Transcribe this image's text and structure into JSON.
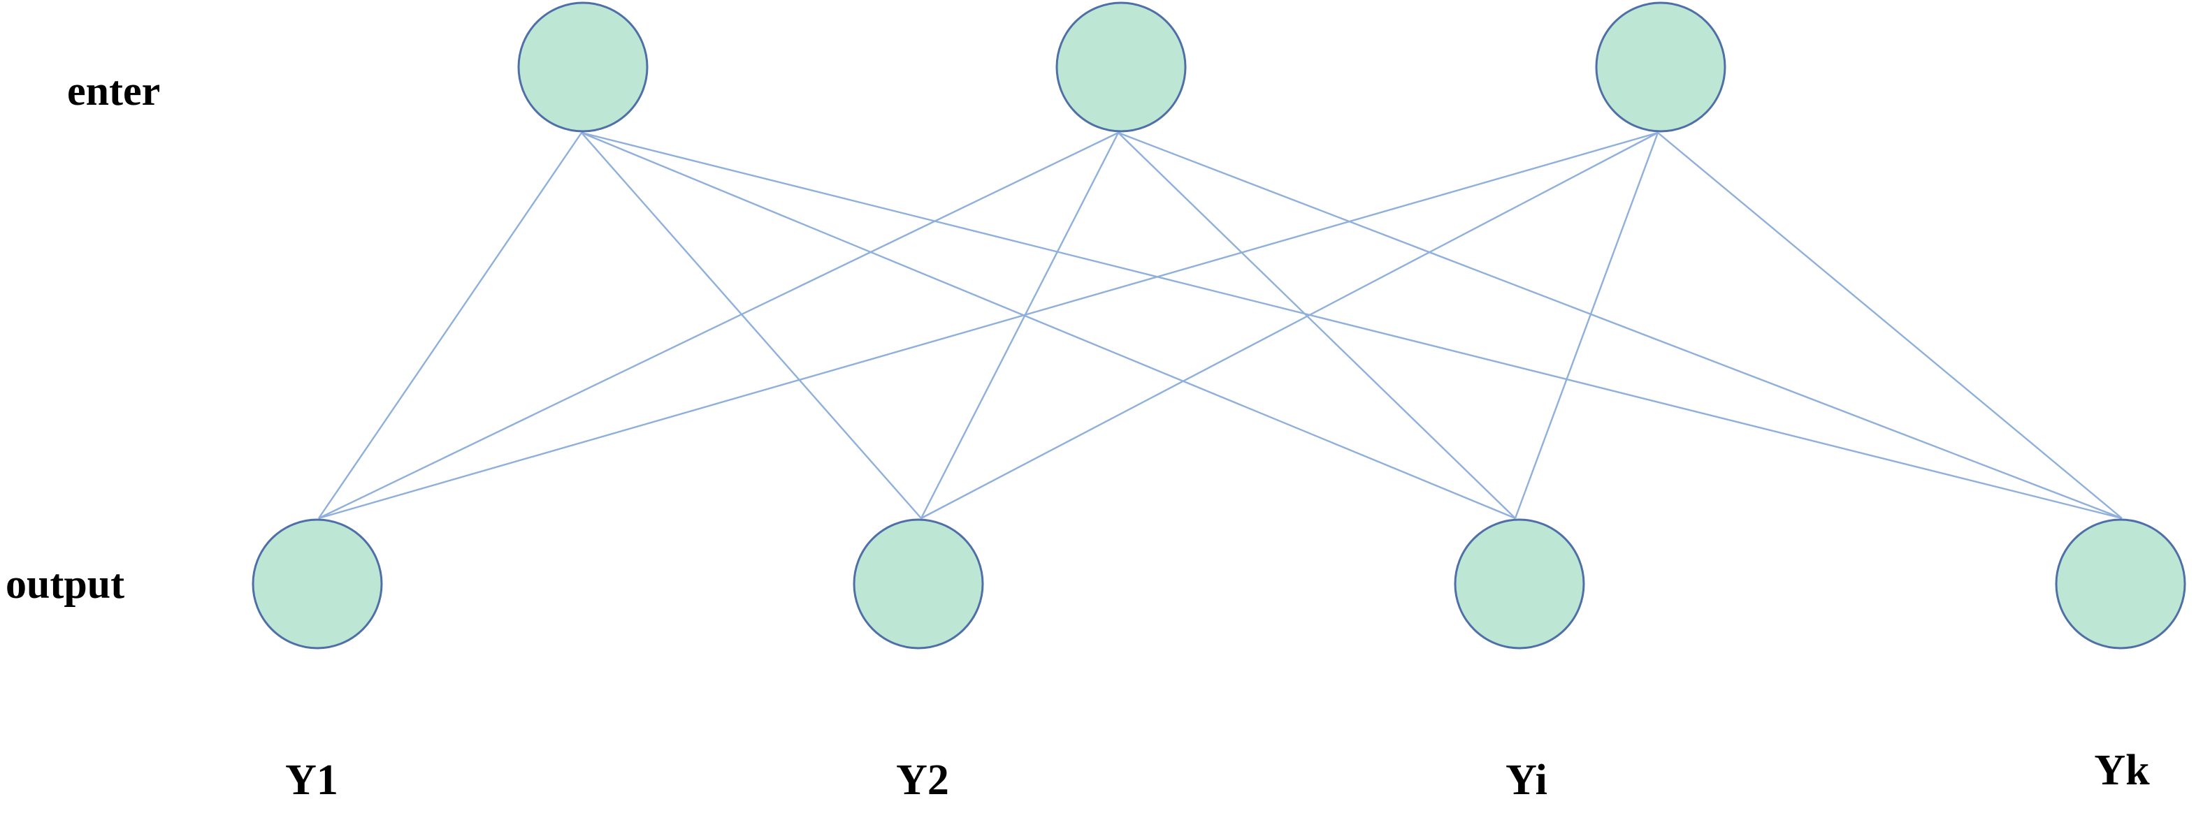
{
  "layers": {
    "input_label": "enter",
    "output_label": "output"
  },
  "nodes": {
    "input_count": 3,
    "output_labels": [
      "Y1",
      "Y2",
      "Yi",
      "Yk"
    ]
  },
  "edges": "fully-connected",
  "colors": {
    "node_fill": "#bde7d4",
    "node_stroke": "#4f6fa8",
    "edge_stroke": "#8fb0dc",
    "text": "#000000",
    "background": "#ffffff"
  }
}
